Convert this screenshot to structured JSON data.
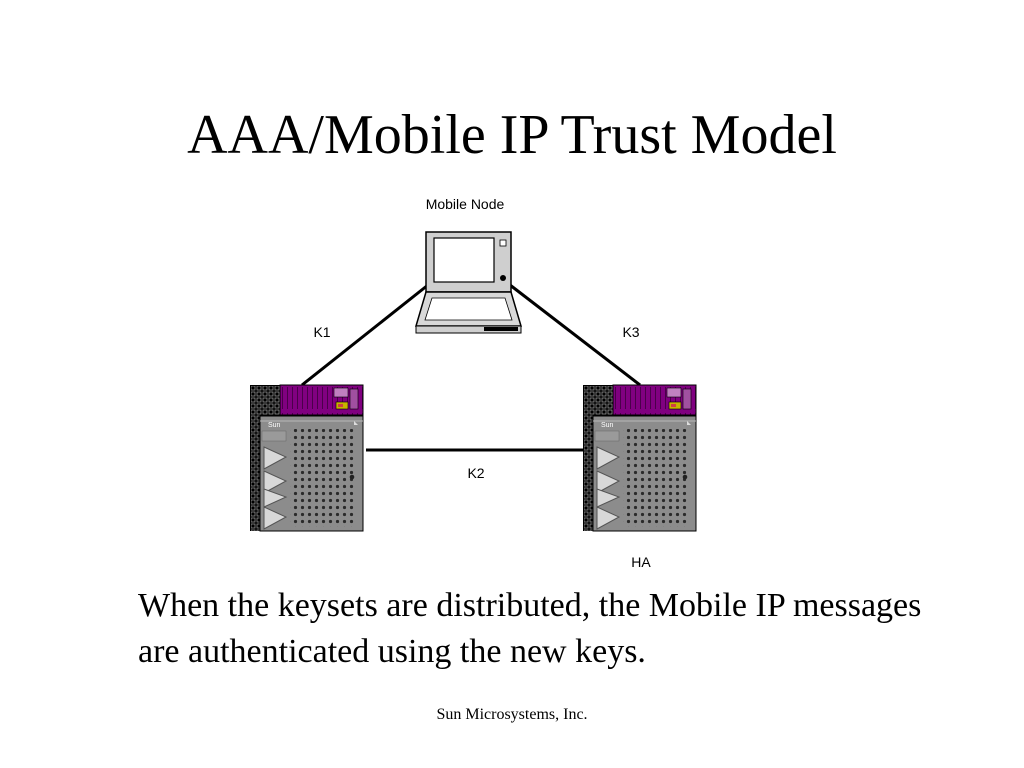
{
  "slide": {
    "title": "AAA/Mobile IP Trust Model",
    "caption": "When the keysets are distributed, the Mobile IP messages are authenticated using the new keys.",
    "footer": "Sun Microsystems, Inc."
  },
  "diagram": {
    "nodes": {
      "mobile_node": {
        "label": "Mobile Node",
        "icon": "laptop-icon"
      },
      "left_server": {
        "label": "",
        "icon": "server-icon",
        "brand": "Sun"
      },
      "right_server": {
        "label": "HA",
        "icon": "server-icon",
        "brand": "Sun"
      }
    },
    "links": {
      "k1": "K1",
      "k2": "K2",
      "k3": "K3"
    },
    "colors": {
      "server_top": "#800080",
      "server_body": "#8c8c8c",
      "rack_side": "#000000"
    }
  }
}
